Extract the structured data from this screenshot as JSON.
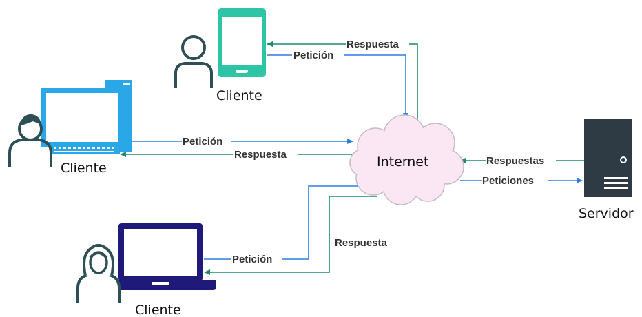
{
  "colors": {
    "request_line": "#2f7fe0",
    "response_line": "#1f8a6a",
    "cloud_fill": "#fbe6f4",
    "cloud_stroke": "#c7bac3",
    "phone": "#2ec4a6",
    "desktop": "#2aa7e6",
    "laptop": "#1f1a7a",
    "person": "#2d4f55",
    "server_body": "#2e3a44"
  },
  "nodes": {
    "internet": "Internet",
    "server": "Servidor",
    "client_phone": "Cliente",
    "client_desktop": "Cliente",
    "client_laptop": "Cliente"
  },
  "edges": {
    "phone_request": "Petición",
    "phone_response": "Respuesta",
    "desktop_request": "Petición",
    "desktop_response": "Respuesta",
    "laptop_request": "Petición",
    "laptop_response": "Respuesta",
    "server_responses": "Respuestas",
    "server_requests": "Peticiones"
  },
  "icons": [
    "phone-icon",
    "desktop-computer-icon",
    "laptop-icon",
    "person-icon",
    "server-icon",
    "cloud-icon"
  ]
}
